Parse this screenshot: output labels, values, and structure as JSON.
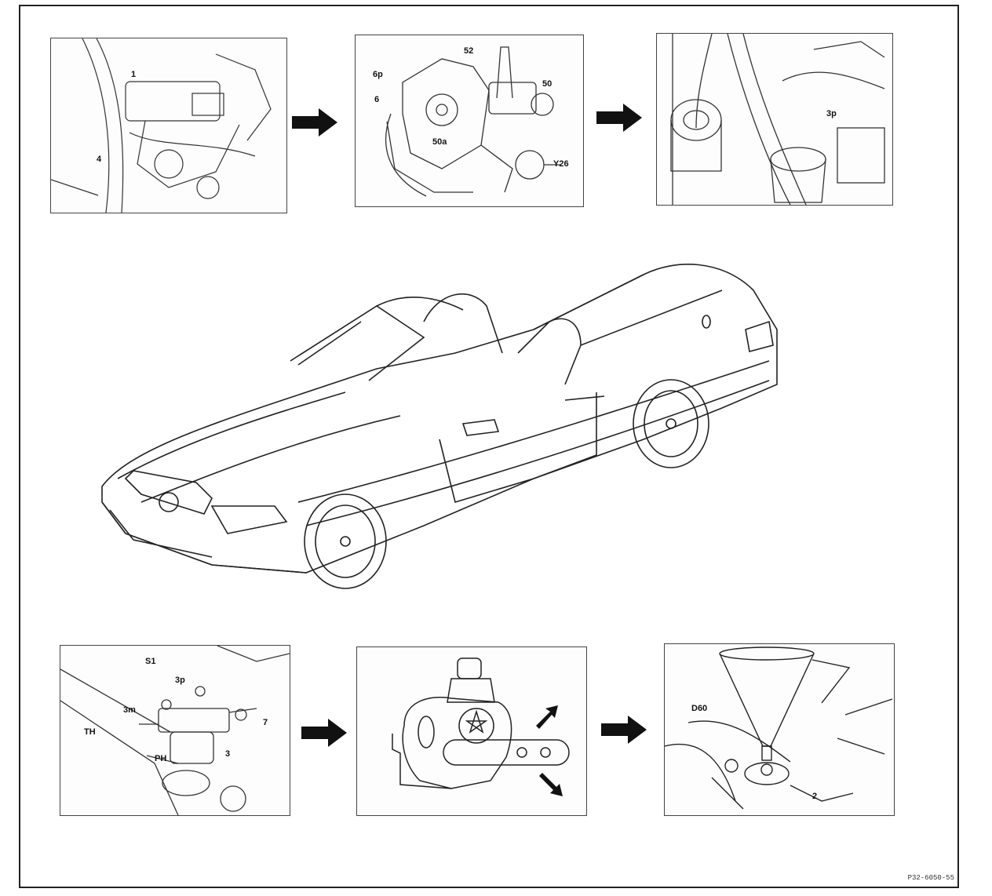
{
  "panels": {
    "p1": {
      "labels": [
        "1",
        "4"
      ]
    },
    "p2": {
      "labels": [
        "52",
        "6p",
        "6",
        "50",
        "50a",
        "Y26"
      ]
    },
    "p3": {
      "labels": [
        "3p"
      ]
    },
    "p4": {
      "labels": [
        "S1",
        "3p",
        "3m",
        "7",
        "TH",
        "3",
        "PH"
      ]
    },
    "p5": {
      "labels": []
    },
    "p6": {
      "labels": [
        "D60",
        "2"
      ]
    }
  },
  "footer": {
    "reference": "P32-6050-55"
  },
  "colors": {
    "line": "#222222",
    "arrow": "#111111"
  },
  "icons": [
    "right-arrow-icon"
  ]
}
